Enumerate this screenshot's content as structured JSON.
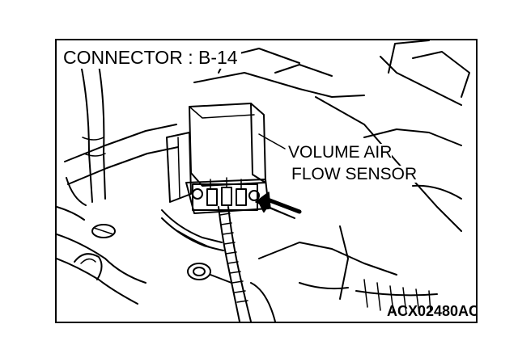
{
  "figure": {
    "connector_title": "CONNECTOR : B-14",
    "sensor_label_line1": "VOLUME AIR",
    "sensor_label_line2": "FLOW SENSOR",
    "figure_code": "ACX02480AC"
  },
  "colors": {
    "ink": "#000000",
    "paper": "#ffffff"
  }
}
